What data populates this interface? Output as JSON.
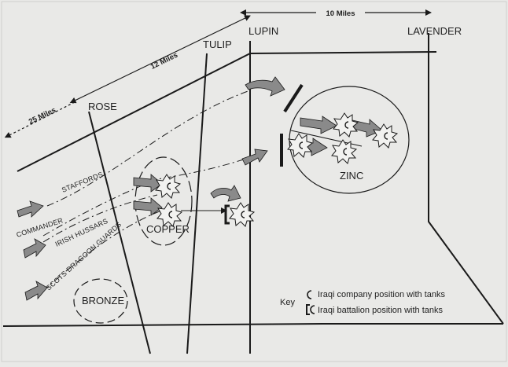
{
  "distances": {
    "lupin_lavender": "10 Miles",
    "rose_lupin": "12 Miles",
    "west_rose": "25 Miles"
  },
  "phase_lines": {
    "rose": "ROSE",
    "tulip": "TULIP",
    "lupin": "LUPIN",
    "lavender": "LAVENDER"
  },
  "objectives": {
    "copper": "COPPER",
    "zinc": "ZINC",
    "bronze": "BRONZE"
  },
  "units": {
    "staffords": "STAFFORDS",
    "commander": "COMMANDER",
    "irish_hussars": "IRISH HUSSARS",
    "scots_dragoon_guards": "SCOTS DRAGOON GUARDS"
  },
  "key": {
    "title": "Key",
    "company": "Iraqi company position with tanks",
    "battalion": "Iraqi battalion  position with tanks"
  },
  "colors": {
    "background": "#e9e9e7",
    "ink": "#1a1a1a",
    "arrow_fill": "#888888"
  }
}
